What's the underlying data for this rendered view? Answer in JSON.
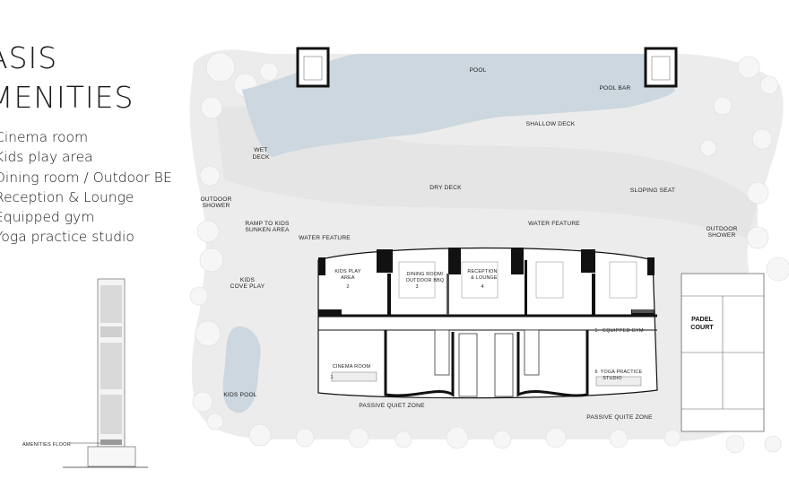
{
  "title": {
    "line1": "ASIS",
    "line2": "MENITIES"
  },
  "amenities": [
    "Cinema room",
    "Kids play area",
    "Dining room / Outdoor BE",
    "Reception & Lounge",
    "Equipped gym",
    "Yoga practice studio"
  ],
  "plan_labels": {
    "pool": "POOL",
    "pool_bar": "POOL BAR",
    "shallow_deck": "SHALLOW DECK",
    "wet_deck_1": "WET",
    "wet_deck_2": "DECK",
    "dry_deck": "DRY DECK",
    "sloping_seat": "SLOPING SEAT",
    "outdoor_shower_left_1": "OUTDOOR",
    "outdoor_shower_left_2": "SHOWER",
    "outdoor_shower_right_1": "OUTDOOR",
    "outdoor_shower_right_2": "SHOWER",
    "ramp_1": "RAMP TO KIDS",
    "ramp_2": "SUNKEN AREA",
    "water_feature_left": "WATER FEATURE",
    "water_feature_right": "WATER FEATURE",
    "kids_cove_1": "KIDS",
    "kids_cove_2": "COVE PLAY",
    "kids_pool": "KIDS POOL",
    "padel_1": "PADEL",
    "padel_2": "COURT",
    "passive_quiet": "PASSIVE QUIET ZONE",
    "passive_quite": "PASSIVE QUITE ZONE",
    "kids_play_1": "KIDS PLAY",
    "kids_play_2": "AREA",
    "dining_1": "DINING ROOM/",
    "dining_2": "OUTDOOR BBQ",
    "reception_1": "RECEPTION",
    "reception_2": "& LOUNGE",
    "cinema_room": "CINEMA ROOM",
    "equipped_gym": "EQUIPPED GYM",
    "yoga_1": "YOGA PRACTICE",
    "yoga_2": "STUDIO",
    "amenities_floor": "AMENITIES FLOOR"
  },
  "room_numbers": {
    "n1": "1",
    "n2": "2",
    "n3": "3",
    "n4": "4",
    "n5": "5",
    "n6": "6"
  },
  "colors": {
    "pool": "#ccd7df",
    "deck": "#ebebeb",
    "tree": "#f2f2f2",
    "wall": "#111111"
  }
}
